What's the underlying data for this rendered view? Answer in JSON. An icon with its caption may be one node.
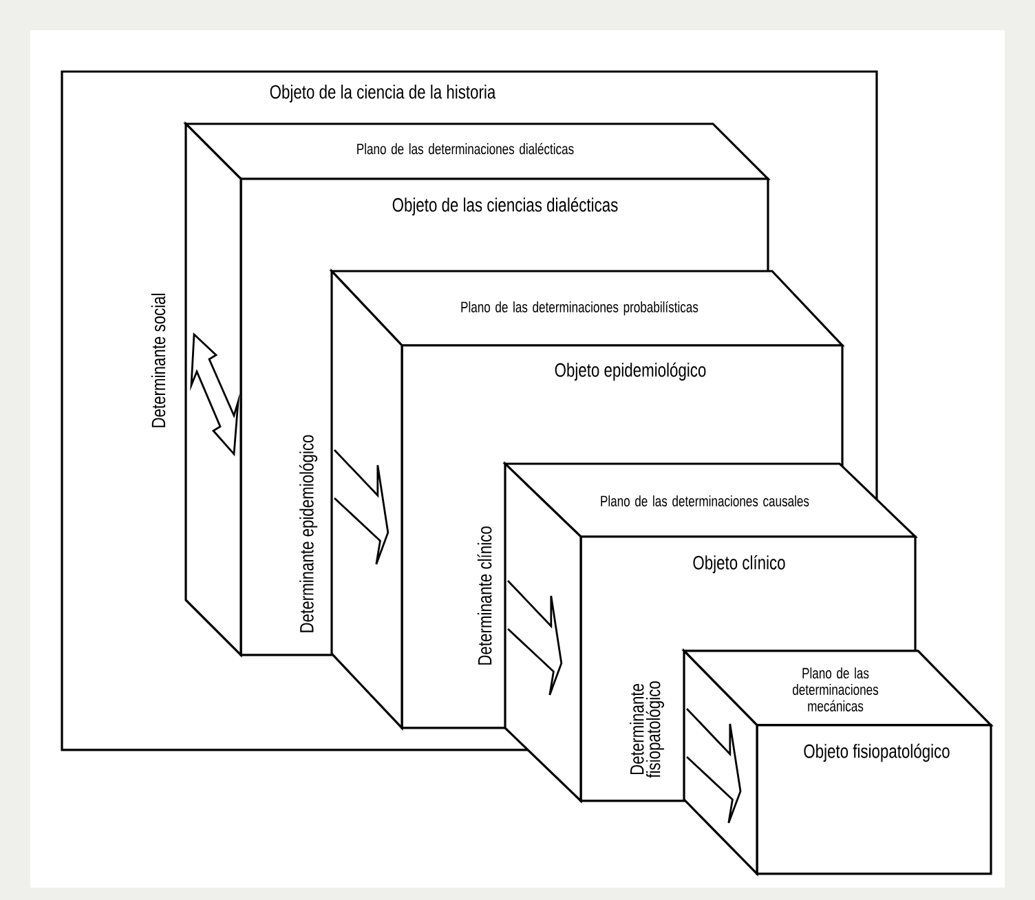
{
  "diagram": {
    "nodes": [
      {
        "text": [
          "Objeto de la ciencia de la historia"
        ]
      },
      {
        "text": [
          "Plano de las determinaciones dialécticas"
        ],
        "in": 0
      },
      {
        "text": [
          "Objeto de las ciencias dialécticas"
        ],
        "in": 0
      },
      {
        "text": [],
        "shape": "box",
        "in": 0
      },
      {
        "text": [
          "Plano de las determinaciones probabilísticas"
        ],
        "in": 0
      },
      {
        "text": [
          "Objeto epidemiológico"
        ],
        "in": 0
      },
      {
        "text": [],
        "shape": "box",
        "in": 0
      },
      {
        "text": [
          "Plano de las determinaciones causales"
        ]
      },
      {
        "text": [
          "Objeto clínico"
        ]
      },
      {
        "text": [],
        "shape": "box"
      },
      {
        "text": [
          "Plano de las determinaciones mecánicas"
        ]
      },
      {
        "text": [
          "Objeto fisiopatológico"
        ]
      },
      {
        "text": [],
        "shape": "box"
      }
    ],
    "labels": [
      "Determinante social",
      "Determinante epidemiológico",
      "Determinante clínico",
      "Determinante fisiopatológico"
    ]
  }
}
